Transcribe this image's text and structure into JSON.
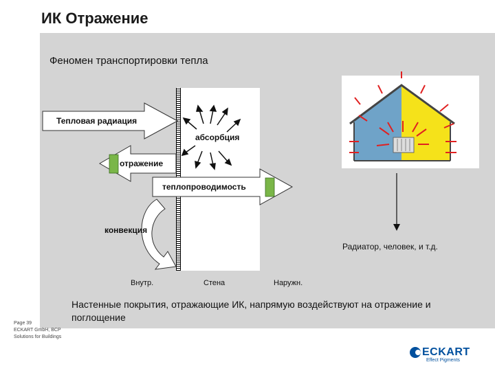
{
  "slide": {
    "title": "ИК Отражение",
    "subtitle": "Феномен транспортировки тепла"
  },
  "diagram": {
    "thermal_radiation": "Тепловая радиация",
    "absorption": "абсорбция",
    "reflection": "отражение",
    "conduction": "теплопроводимость",
    "convection": "конвекция",
    "radiator_caption": "Радиатор, человек, и т.д.",
    "inside": "Внутр.",
    "wall": "Стена",
    "outside": "Наружн."
  },
  "footer": {
    "note": "Настенные покрытия, отражающие ИК, напрямую воздействуют на отражение и поглощение",
    "page": "Page 39",
    "company": "ECKART GmbH, BCP",
    "division": "Solutions for Buildings"
  },
  "logo": {
    "name": "ECKART",
    "tagline": "Effect Pigments"
  },
  "colors": {
    "arrow_green": "#7ab648",
    "house_blue": "#6fa3c8",
    "house_yellow": "#f5e21a",
    "heat_red": "#e02020",
    "brand_blue": "#00509e"
  }
}
